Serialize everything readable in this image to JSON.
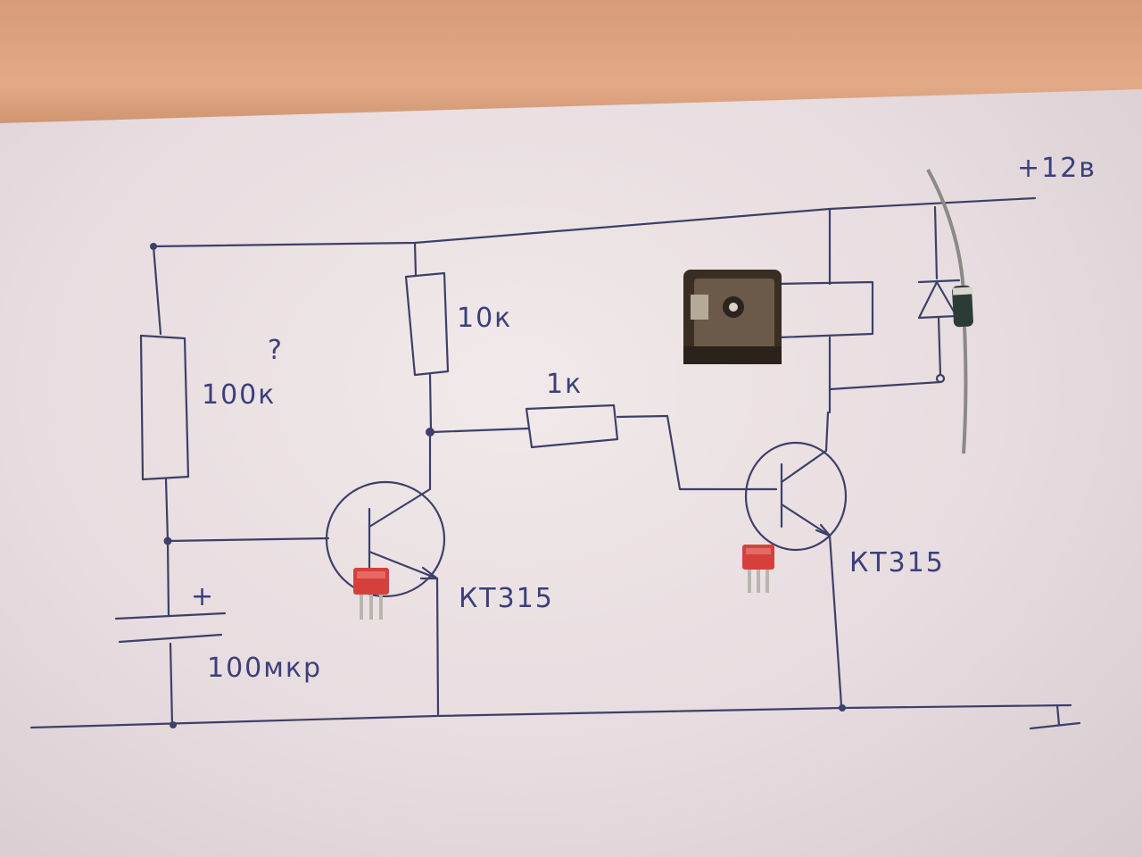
{
  "labels": {
    "supply": "+12в",
    "r_base_bias": "100к",
    "r_question": "?",
    "r_collector": "10к",
    "r_coupling": "1к",
    "transistor_1": "КТ315",
    "transistor_2": "КТ315",
    "capacitor_plus": "+",
    "capacitor": "100мкр"
  },
  "colors": {
    "ink": "#3d4168",
    "paper": "#ece3e6",
    "transistor_body": "#d6403c",
    "relay_body": "#3a2e24",
    "diode_body": "#2c3b35"
  }
}
